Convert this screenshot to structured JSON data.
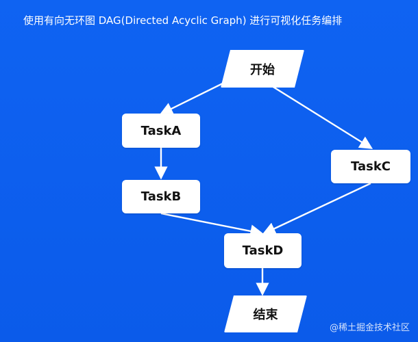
{
  "title": "使用有向无环图 DAG(Directed Acyclic Graph) 进行可视化任务编排",
  "nodes": {
    "start": "开始",
    "task_a": "TaskA",
    "task_b": "TaskB",
    "task_c": "TaskC",
    "task_d": "TaskD",
    "end": "结束"
  },
  "watermark": "@稀土掘金技术社区",
  "colors": {
    "background": "#0f63f2",
    "node": "#ffffff",
    "edge": "#ffffff",
    "text": "#111111"
  }
}
